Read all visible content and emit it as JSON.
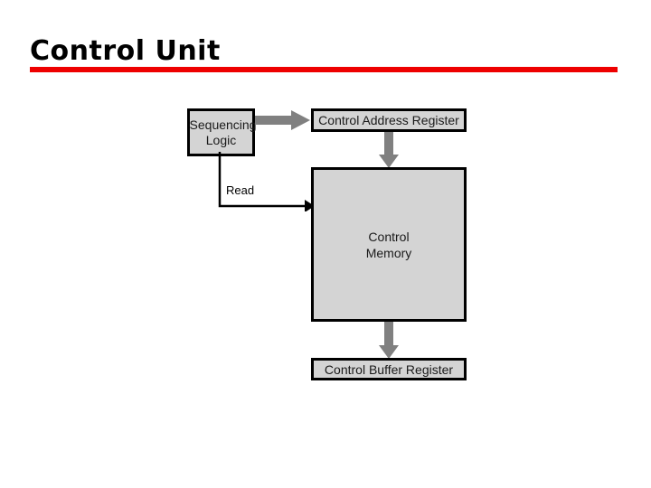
{
  "slide": {
    "title": "Control Unit",
    "accent_color": "#ee0000",
    "background_color": "#ffffff",
    "box_fill_color": "#d4d4d4",
    "box_border_color": "#000000",
    "arrow_color": "#808080",
    "line_color": "#000000"
  },
  "diagram": {
    "boxes": [
      {
        "id": "sequencing-logic",
        "line1": "Sequencing",
        "line2": "Logic"
      },
      {
        "id": "control-address-register",
        "label": "Control Address Register"
      },
      {
        "id": "control-memory",
        "line1": "Control",
        "line2": "Memory"
      },
      {
        "id": "control-buffer-register",
        "label": "Control Buffer Register"
      }
    ],
    "labels": {
      "read": "Read"
    }
  }
}
